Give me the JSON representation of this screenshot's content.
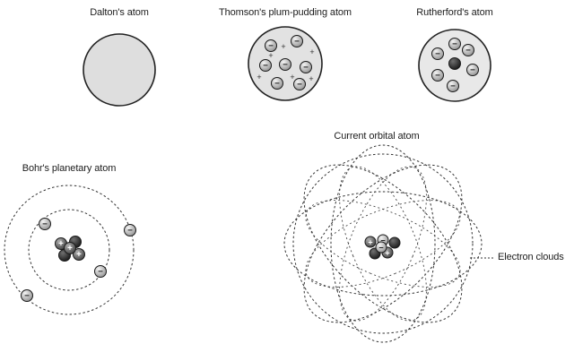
{
  "models": {
    "dalton": {
      "title": "Dalton's atom"
    },
    "thomson": {
      "title": "Thomson's plum-pudding atom",
      "positive_sign": "+"
    },
    "rutherford": {
      "title": "Rutherford's atom"
    },
    "bohr": {
      "title": "Bohr's planetary atom"
    },
    "orbital": {
      "title": "Current orbital atom",
      "callout": "Electron clouds"
    }
  },
  "particle_signs": {
    "electron": "−",
    "proton": "+"
  },
  "colors": {
    "electron_fill": "#c8c8c8",
    "proton_fill": "#6e6e6e",
    "neutron_fill": "#3a3a3a",
    "pudding_fill": "#e2e2e2",
    "dalton_fill": "#dedede",
    "outline": "#222222"
  }
}
